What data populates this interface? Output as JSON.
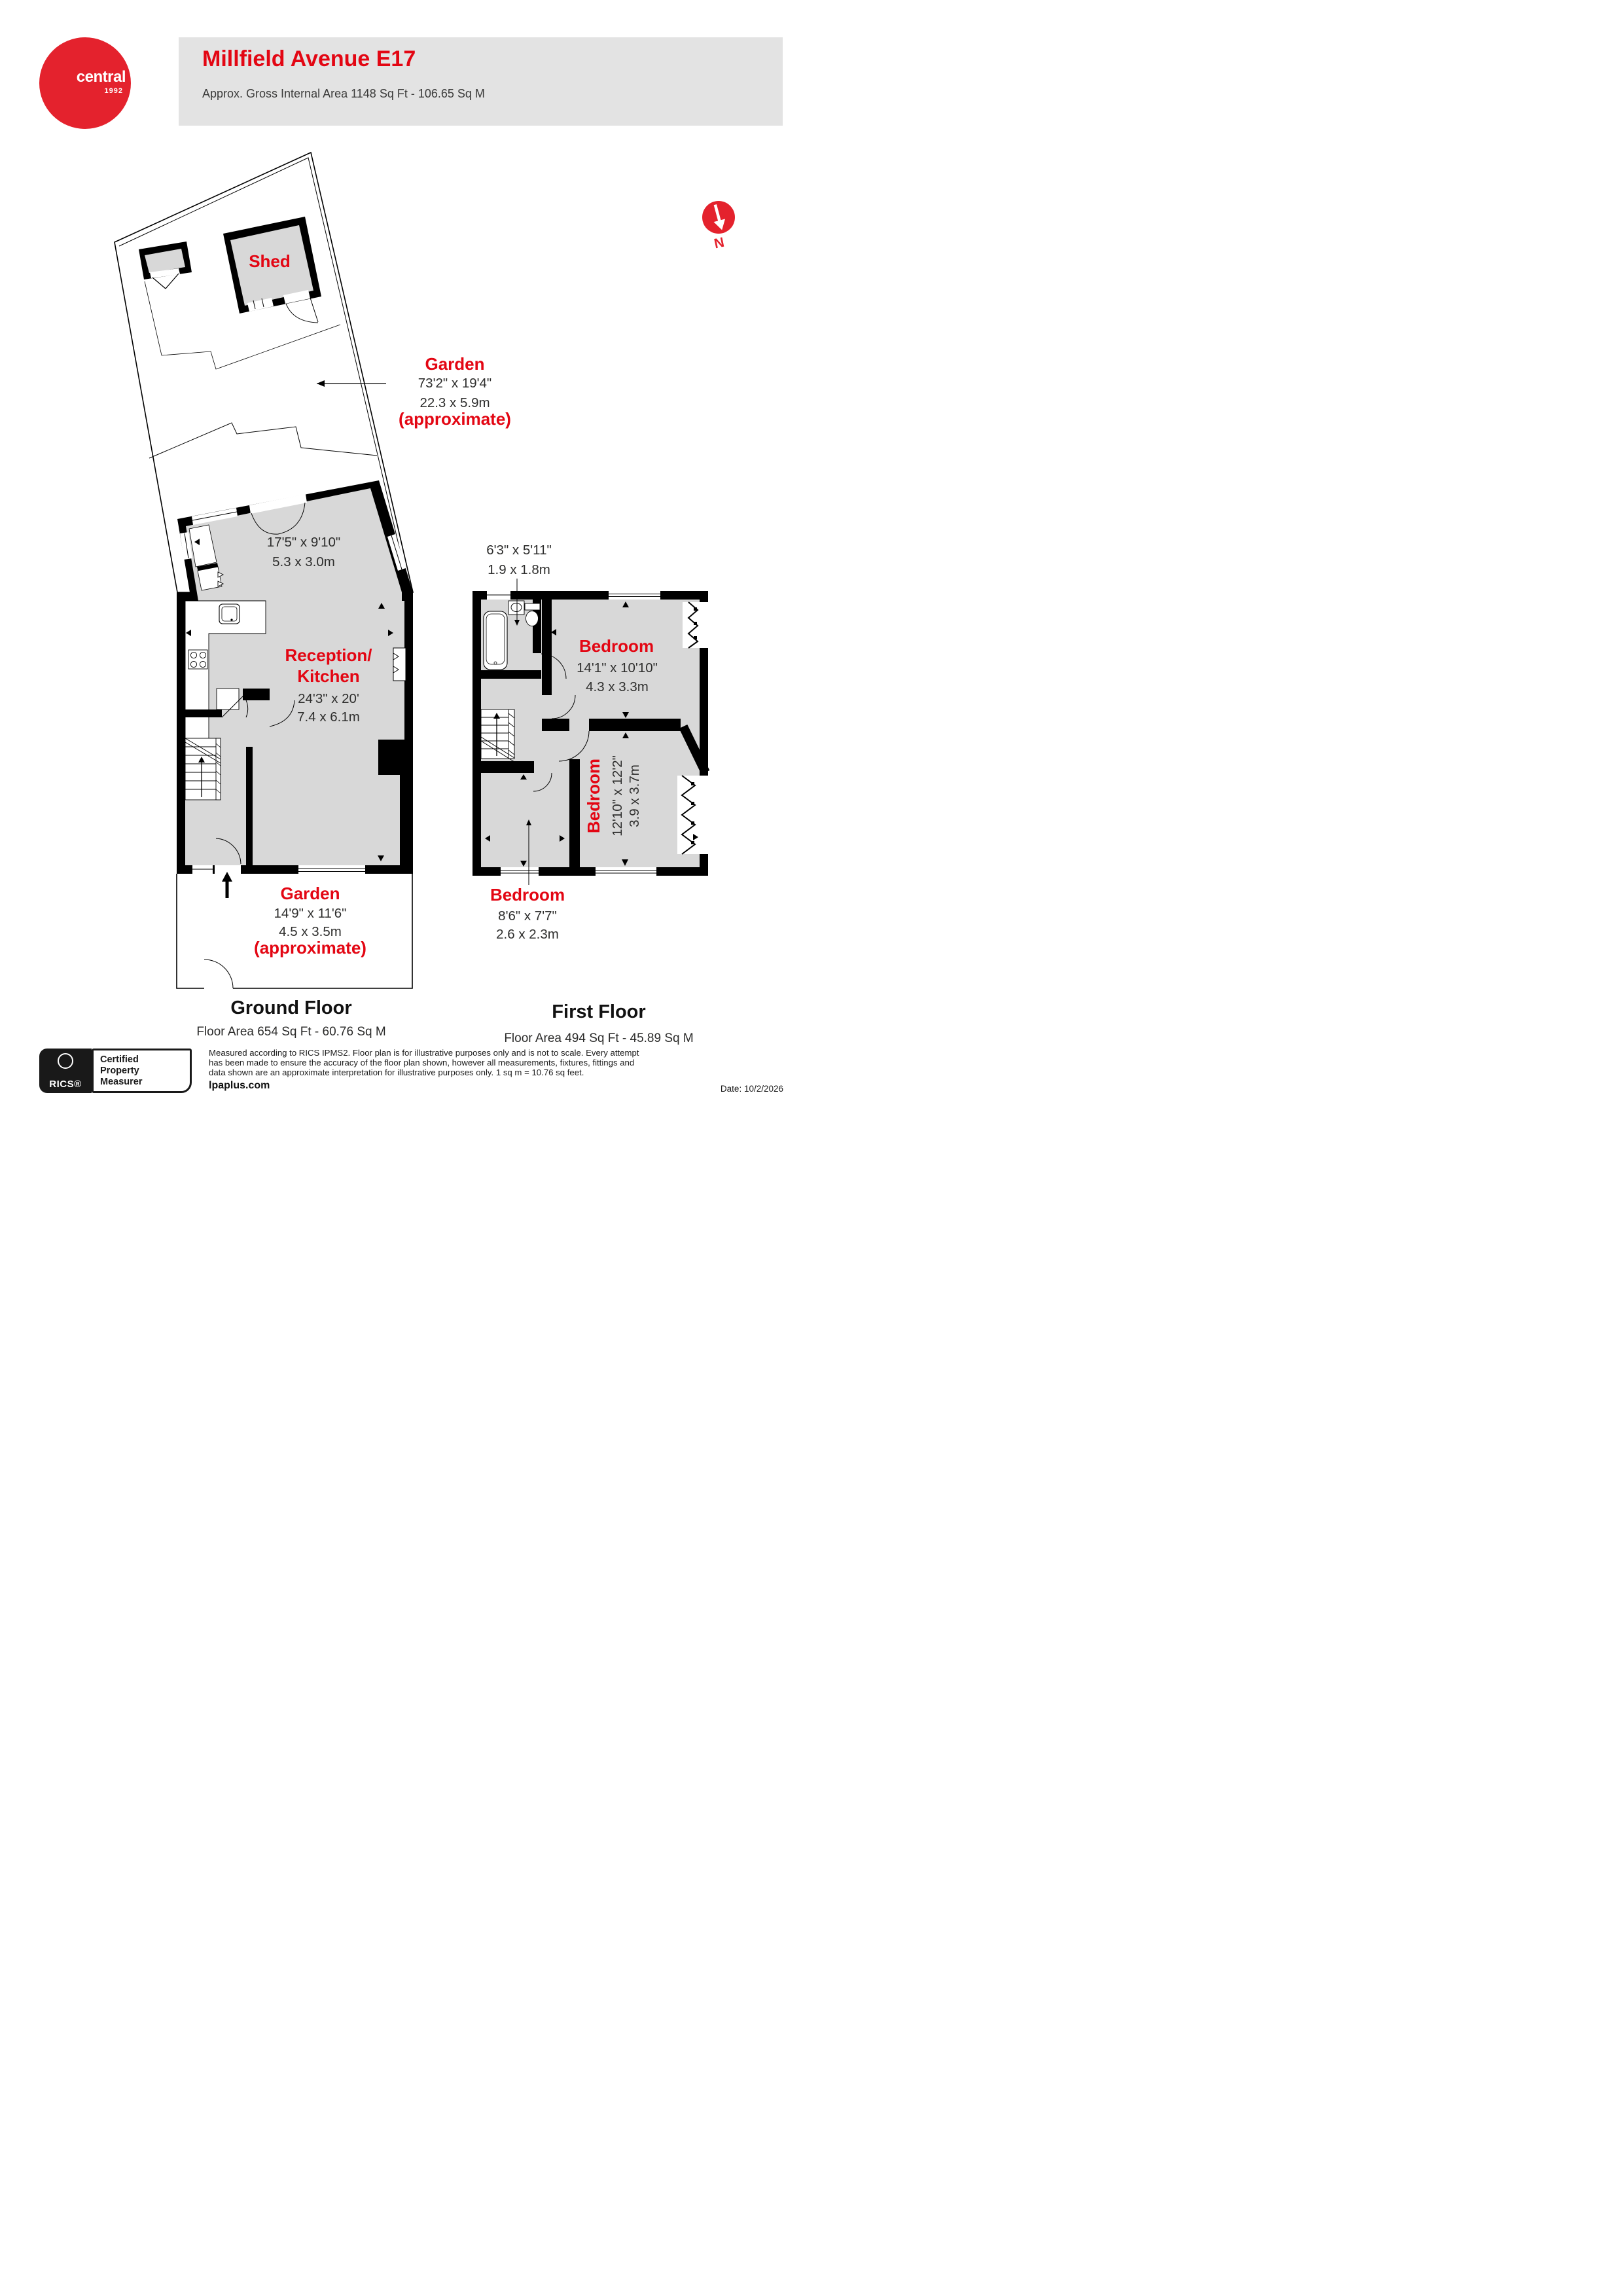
{
  "header": {
    "logo_line1": "central",
    "logo_line2": "1992",
    "title": "Millfield Avenue E17",
    "subtitle": "Approx. Gross Internal Area 1148 Sq Ft - 106.65 Sq M"
  },
  "north": {
    "label": "N"
  },
  "rear_garden": {
    "name": "Garden",
    "size_imperial": "73'2\" x 19'4\"",
    "size_metric": "22.3 x 5.9m",
    "approx": "(approximate)",
    "shed": "Shed"
  },
  "ground_floor": {
    "extension": {
      "size_imperial": "17'5\" x 9'10\"",
      "size_metric": "5.3 x 3.0m"
    },
    "reception": {
      "name_line1": "Reception/",
      "name_line2": "Kitchen",
      "size_imperial": "24'3\" x 20'",
      "size_metric": "7.4 x 6.1m"
    },
    "front_garden": {
      "name": "Garden",
      "size_imperial": "14'9\" x 11'6\"",
      "size_metric": "4.5 x 3.5m",
      "approx": "(approximate)"
    },
    "title": "Ground Floor",
    "area": "Floor Area 654 Sq Ft - 60.76 Sq M"
  },
  "first_floor": {
    "bathroom": {
      "size_imperial": "6'3\" x 5'11\"",
      "size_metric": "1.9 x 1.8m"
    },
    "bedroom_rear": {
      "name": "Bedroom",
      "size_imperial": "14'1\" x 10'10\"",
      "size_metric": "4.3 x 3.3m"
    },
    "bedroom_front": {
      "name": "Bedroom",
      "size_imperial": "12'10\" x 12'2\"",
      "size_metric": "3.9 x 3.7m"
    },
    "bedroom_small": {
      "name": "Bedroom",
      "size_imperial": "8'6\" x 7'7\"",
      "size_metric": "2.6 x 2.3m"
    },
    "title": "First Floor",
    "area": "Floor Area 494 Sq Ft - 45.89 Sq M"
  },
  "footer": {
    "badge_org": "RICS®",
    "badge_line1": "Certified",
    "badge_line2": "Property",
    "badge_line3": "Measurer",
    "disclaimer_line1": "Measured according to RICS IPMS2. Floor plan is for illustrative purposes only and is not to scale. Every attempt",
    "disclaimer_line2": "has been made to ensure the accuracy of the floor plan shown, however all measurements, fixtures, fittings and",
    "disclaimer_line3": "data shown are an approximate interpretation for illustrative purposes only. 1 sq m = 10.76 sq feet.",
    "website": "lpaplus.com",
    "date": "Date: 10/2/2026"
  },
  "colors": {
    "red": "#e30613",
    "logo_red": "#e4222d",
    "floor_fill": "#d8d8d8",
    "header_bg": "#e3e3e3",
    "wall": "#000000"
  }
}
